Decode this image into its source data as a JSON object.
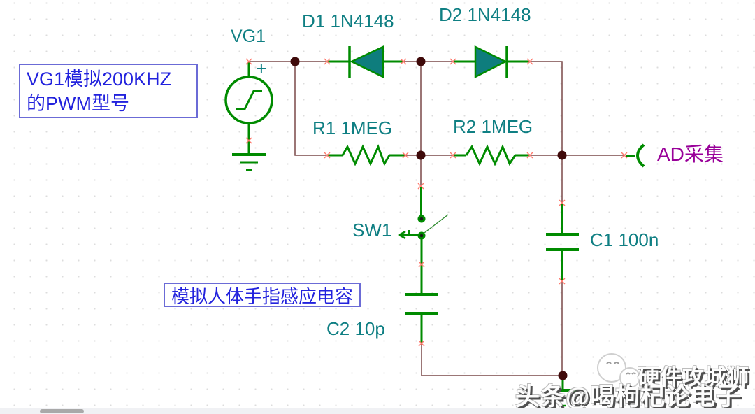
{
  "schematic": {
    "source": {
      "label": "VG1",
      "polarity": "+"
    },
    "diodes": {
      "d1": "D1 1N4148",
      "d2": "D2 1N4148"
    },
    "resistors": {
      "r1": "R1 1MEG",
      "r2": "R2 1MEG"
    },
    "switch": {
      "label": "SW1"
    },
    "capacitors": {
      "c1": "C1 100n",
      "c2": "C2 10p"
    },
    "port": {
      "label": "AD采集"
    },
    "annotations": {
      "pwm_note": {
        "line1": "VG1模拟200KHZ",
        "line2": "的PWM型号"
      },
      "finger_note": "模拟人体手指感应电容"
    },
    "colors": {
      "component_green": "#008b00",
      "diode_fill_teal": "#0e7d7d",
      "label_teal": "#0f7f83",
      "annotation_blue": "#2222dd",
      "port_purple": "#990099",
      "wire_maroon": "#7a4848",
      "junction_dark": "#3f0a0a",
      "pin_marker_red": "#ff7a6e"
    }
  },
  "watermark": {
    "brand": "硬件攻城狮",
    "handle": "头条@喝枸杞论电子"
  }
}
